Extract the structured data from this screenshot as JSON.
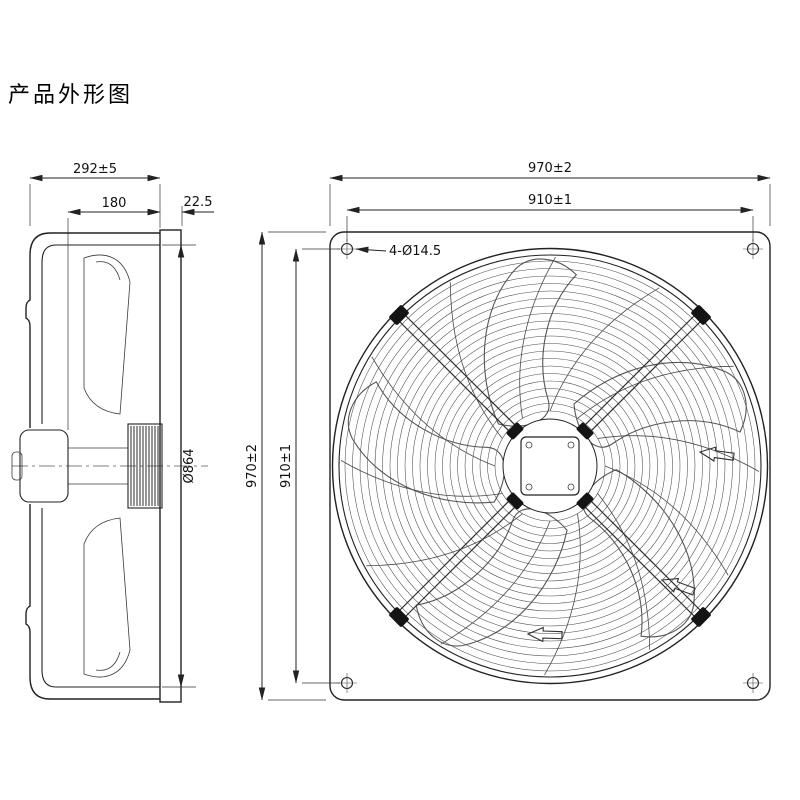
{
  "title": "产品外形图",
  "side_view": {
    "overall_depth": "292±5",
    "body_depth": "180",
    "flange_depth": "22.5",
    "impeller_diameter": "Ø864"
  },
  "front_view": {
    "plate_width": "970±2",
    "hole_pitch_horizontal": "910±1",
    "plate_height": "970±2",
    "hole_pitch_vertical": "910±1",
    "corner_hole_callout": "4-Ø14.5"
  }
}
